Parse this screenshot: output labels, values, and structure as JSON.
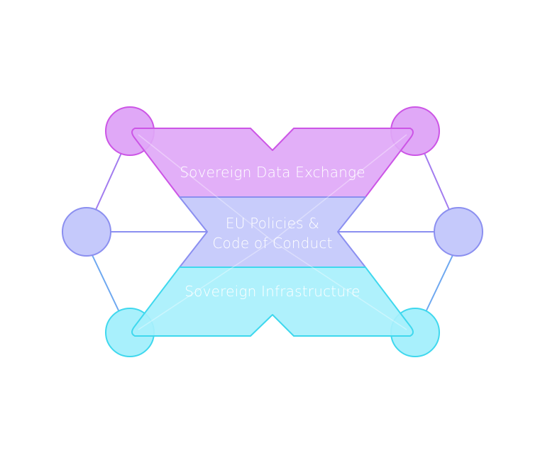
{
  "labels": {
    "top": "Sovereign Data Exchange",
    "middle_line1": "EU Policies &",
    "middle_line2": "Code of Conduct",
    "bottom": "Sovereign Infrastructure"
  },
  "colors": {
    "purple_fill": "#e0a8f7",
    "purple_stroke": "#cc55e6",
    "periwinkle_fill": "#c5c9fb",
    "periwinkle_stroke": "#8b8ff0",
    "cyan_fill": "#a8f0fc",
    "cyan_stroke": "#3fd8ee"
  }
}
